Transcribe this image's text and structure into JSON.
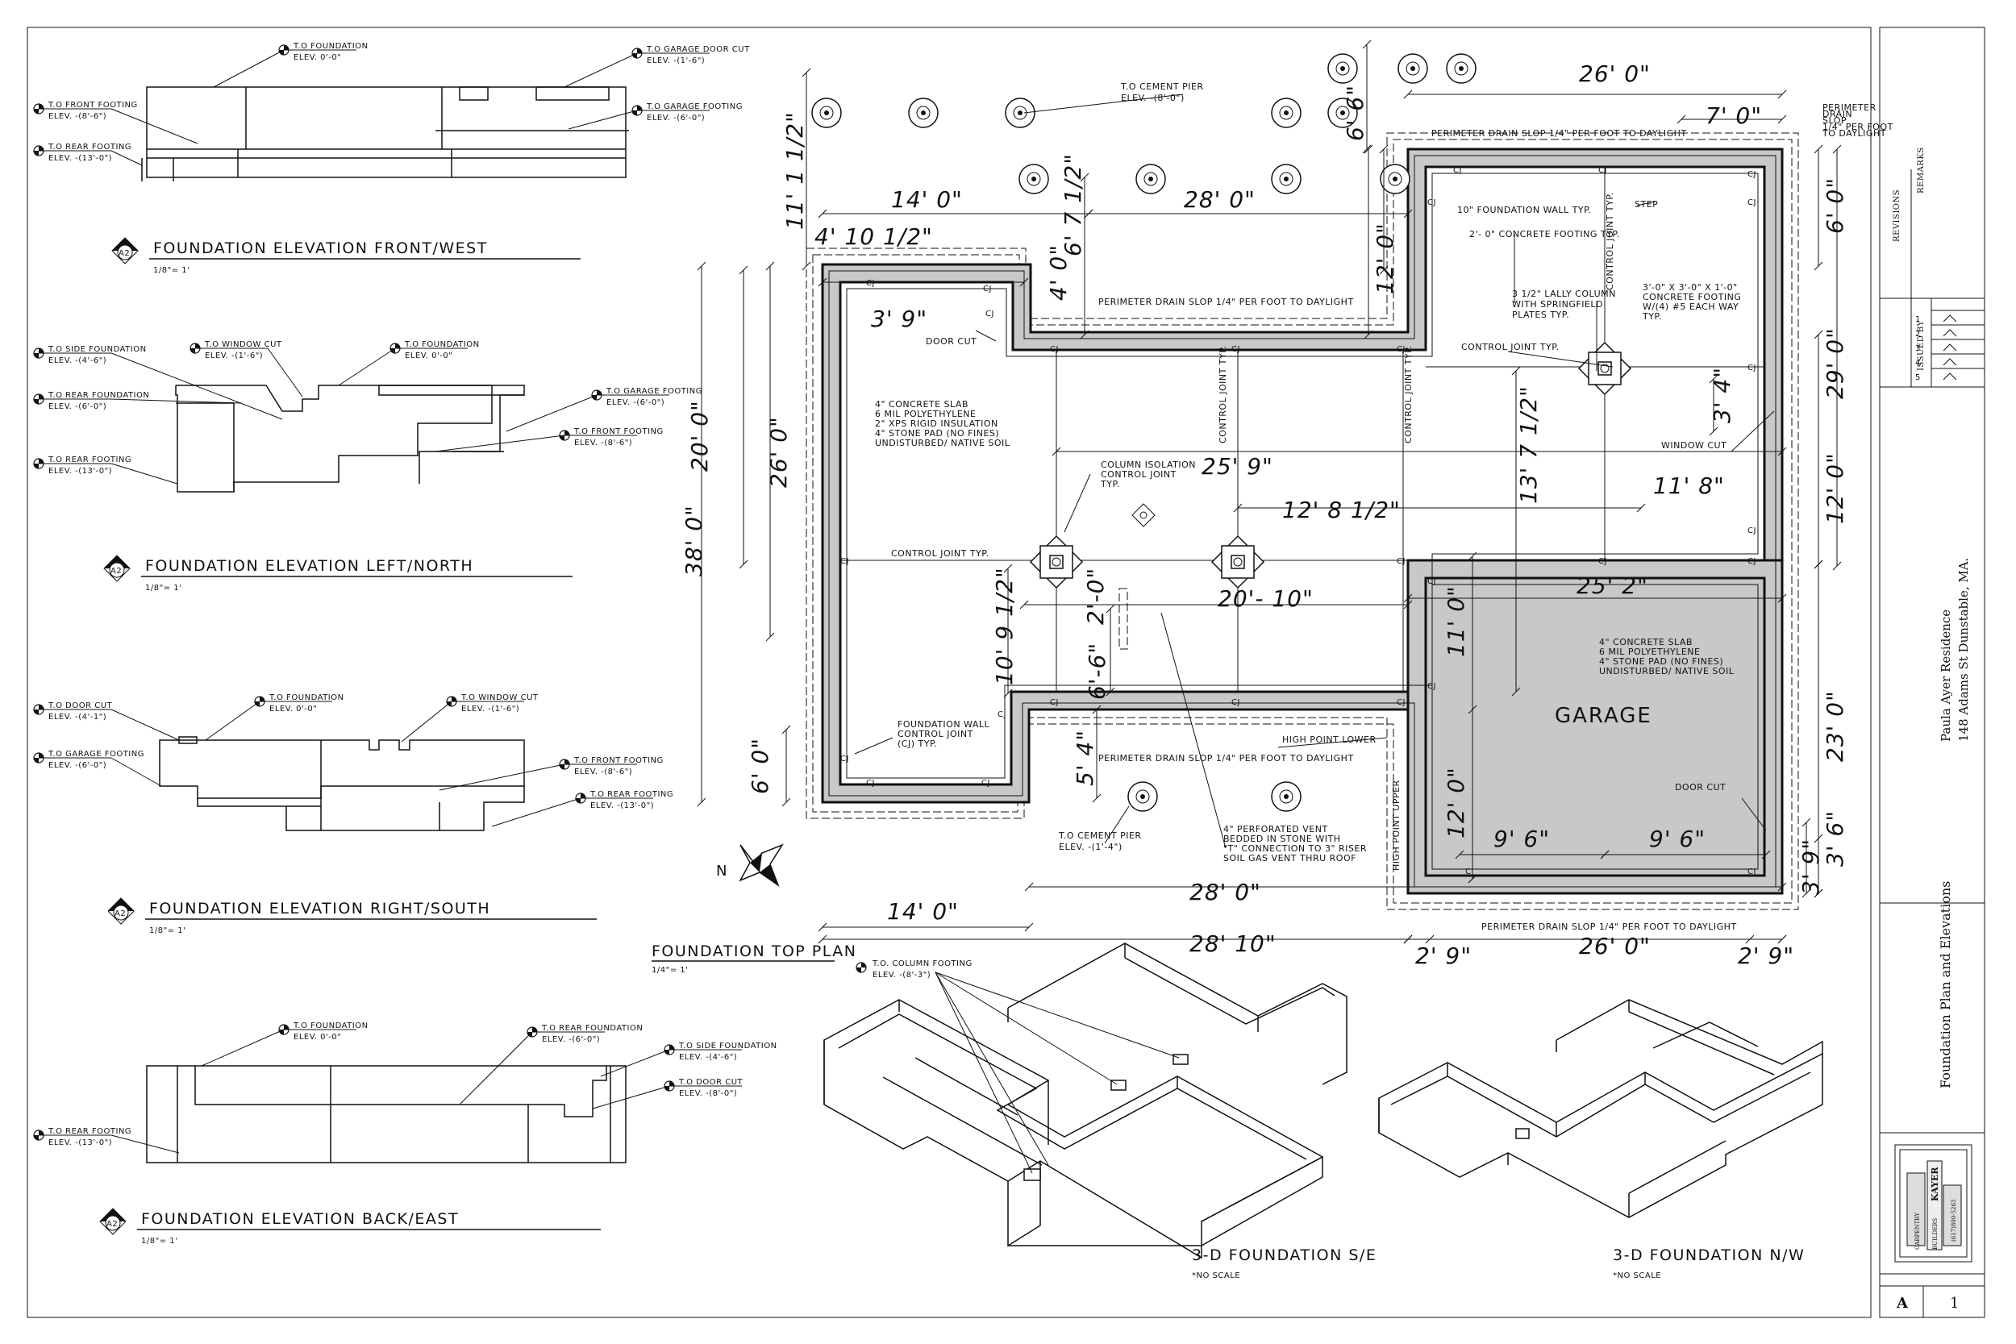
{
  "sheet": {
    "project": "Paula Ayer Residence",
    "address": "148 Adams St Dunstable, MA.",
    "drawing_title": "Foundation Plan and Elevations",
    "sheet_letter": "A",
    "sheet_number": "1",
    "revisions_label": "REVISIONS",
    "remarks_label": "REMARKS",
    "issued_label": "ISSUED BY",
    "revision_numbers": [
      "1",
      "2",
      "3",
      "4",
      "5"
    ]
  },
  "logo": {
    "name": "KAYER",
    "line2": "CARPENTRY",
    "line3": "BUILDERS",
    "phone": "(617)800-5263"
  },
  "elevations": [
    {
      "title": "FOUNDATION ELEVATION FRONT/WEST",
      "scale": "1/8\"= 1'",
      "tag": "A2",
      "labels": [
        [
          "T.O FOUNDATION",
          "ELEV. 0'-0\""
        ],
        [
          "T.O GARAGE DOOR CUT",
          "ELEV. -(1'-6\")"
        ],
        [
          "T.O GARAGE FOOTING",
          "ELEV. -(6'-0\")"
        ],
        [
          "T.O FRONT FOOTING",
          "ELEV. -(8'-6\")"
        ],
        [
          "T.O REAR FOOTING",
          "ELEV. -(13'-0\")"
        ]
      ]
    },
    {
      "title": "FOUNDATION ELEVATION LEFT/NORTH",
      "scale": "1/8\"= 1'",
      "tag": "A2",
      "labels": [
        [
          "T.O SIDE FOUNDATION",
          "ELEV. -(4'-6\")"
        ],
        [
          "T.O WINDOW CUT",
          "ELEV. -(1'-6\")"
        ],
        [
          "T.O FOUNDATION",
          "ELEV. 0'-0\""
        ],
        [
          "T.O REAR FOUNDATION",
          "ELEV. -(6'-0\")"
        ],
        [
          "T.O GARAGE FOOTING",
          "ELEV. -(6'-0\")"
        ],
        [
          "T.O FRONT FOOTING",
          "ELEV. -(8'-6\")"
        ],
        [
          "T.O REAR FOOTING",
          "ELEV. -(13'-0\")"
        ]
      ]
    },
    {
      "title": "FOUNDATION ELEVATION RIGHT/SOUTH",
      "scale": "1/8\"= 1'",
      "tag": "A2",
      "labels": [
        [
          "T.O DOOR CUT",
          "ELEV. -(4'-1\")"
        ],
        [
          "T.O FOUNDATION",
          "ELEV. 0'-0\""
        ],
        [
          "T.O WINDOW CUT",
          "ELEV. -(1'-6\")"
        ],
        [
          "T.O GARAGE FOOTING",
          "ELEV. -(6'-0\")"
        ],
        [
          "T.O FRONT FOOTING",
          "ELEV. -(8'-6\")"
        ],
        [
          "T.O REAR FOOTING",
          "ELEV. -(13'-0\")"
        ]
      ]
    },
    {
      "title": "FOUNDATION ELEVATION BACK/EAST",
      "scale": "1/8\"= 1'",
      "tag": "A2",
      "labels": [
        [
          "T.O FOUNDATION",
          "ELEV. 0'-0\""
        ],
        [
          "T.O REAR FOUNDATION",
          "ELEV. -(6'-0\")"
        ],
        [
          "T.O SIDE FOUNDATION",
          "ELEV. -(4'-6\")"
        ],
        [
          "T.O DOOR CUT",
          "ELEV. -(8'-0\")"
        ],
        [
          "T.O REAR FOOTING",
          "ELEV. -(13'-0\")"
        ]
      ]
    }
  ],
  "plan": {
    "title": "FOUNDATION TOP PLAN",
    "scale": "1/4\"= 1'",
    "garage": "GARAGE",
    "dims": {
      "d_26_top": "26' 0\"",
      "d_7": "7' 0\"",
      "d_6_6": "6' 6\"",
      "d_14_top": "14' 0\"",
      "d_28_top": "28' 0\"",
      "d_4_10": "4' 10 1/2\"",
      "d_11_1": "11' 1 1/2\"",
      "d_6_7": "6' 7 1/2\"",
      "d_12_left": "12' 0\"",
      "d_3_9": "3' 9\"",
      "d_4_0": "4' 0\"",
      "d_20": "20' 0\"",
      "d_26_v": "26' 0\"",
      "d_38": "38' 0\"",
      "d_25_9": "25' 9\"",
      "d_12_8": "12' 8 1/2\"",
      "d_20_10": "20'- 10\"",
      "d_13_7": "13' 7 1/2\"",
      "d_3_4": "3' 4\"",
      "d_11_8": "11' 8\"",
      "d_6_r": "6' 0\"",
      "d_29": "29' 0\"",
      "d_12_r": "12' 0\"",
      "d_25_2": "25' 2\"",
      "d_11_0": "11' 0\"",
      "d_10_9": "10' 9 1/2\"",
      "d_6_6b": "6'-6\"",
      "d_2_0": "2'-0\"",
      "d_6_0_l": "6' 0\"",
      "d_5_4": "5' 4\"",
      "d_12_g": "12' 0\"",
      "d_9_6a": "9' 6\"",
      "d_9_6b": "9' 6\"",
      "d_23": "23' 0\"",
      "d_3_6": "3' 6\"",
      "d_3_9b": "3' 9\"",
      "d_28_bot": "28' 0\"",
      "d_14_bot": "14' 0\"",
      "d_28_10": "28' 10\"",
      "d_2_9a": "2' 9\"",
      "d_26_bot": "26' 0\"",
      "d_2_9b": "2' 9\""
    },
    "notes": {
      "drain_top": "PERIMETER DRAIN SLOP 1/4\" PER FOOT TO DAYLIGHT",
      "drain_mid": "PERIMETER DRAIN SLOP 1/4\" PER FOOT TO DAYLIGHT",
      "drain_low": "PERIMETER DRAIN SLOP 1/4\" PER FOOT TO DAYLIGHT",
      "drain_bot": "PERIMETER DRAIN SLOP 1/4\" PER FOOT TO DAYLIGHT",
      "perimeter_drain_side": [
        "PERIMETER",
        "DRAIN",
        "SLOP",
        "1/4\" PER FOOT",
        "TO DAYLIGHT"
      ],
      "cement_pier_top": [
        "T.O CEMENT PIER",
        "ELEV. -(8'-0\")"
      ],
      "cement_pier_bot": [
        "T.O CEMENT PIER",
        "ELEV. -(1'-4\")"
      ],
      "wall_typ": "10\" FOUNDATION WALL TYP.",
      "footing_typ": "2'- 0\" CONCRETE FOOTING TYP.",
      "step": "STEP",
      "lally": [
        "3 1/2\" LALLY COLUMN",
        "WITH SPRINGFIELD",
        "PLATES TYP."
      ],
      "pad": [
        "3'-0\" X 3'-0\" X 1'-0\"",
        "CONCRETE FOOTING",
        "W/(4) #5 EACH WAY",
        "TYP."
      ],
      "control_joint_r": "CONTROL JOINT TYP.",
      "control_joint_l": "CONTROL JOINT TYP.",
      "control_joint_v": "CONTROL JOINT TYP.",
      "slab_main": [
        "4\" CONCRETE SLAB",
        "6 MIL POLYETHYLENE",
        "2\" XPS RIGID INSULATION",
        "4\" STONE PAD (NO FINES)",
        "UNDISTURBED/ NATIVE SOIL"
      ],
      "slab_garage": [
        "4\" CONCRETE SLAB",
        "6 MIL POLYETHYLENE",
        "4\" STONE PAD (NO FINES)",
        "UNDISTURBED/ NATIVE SOIL"
      ],
      "column_iso": [
        "COLUMN ISOLATION",
        "CONTROL JOINT",
        "TYP."
      ],
      "door_cut": "DOOR CUT",
      "door_cut_g": "DOOR CUT",
      "window_cut": "WINDOW CUT",
      "fw_control": [
        "FOUNDATION WALL",
        "CONTROL JOINT",
        "(CJ) TYP."
      ],
      "vent": [
        "4\" PERFORATED VENT",
        "BEDDED IN STONE WITH",
        "\"T\" CONNECTION TO 3\" RISER",
        "SOIL GAS VENT THRU ROOF"
      ],
      "high_point_lower": "HIGH POINT LOWER",
      "high_point_upper": "HIGH POINT UPPER",
      "cj": "CJ",
      "north": "N"
    }
  },
  "iso": {
    "column_footing": [
      "T.O. COLUMN FOOTING",
      "ELEV. -(8'-3\")"
    ],
    "se_title": "3-D FOUNDATION S/E",
    "nw_title": "3-D FOUNDATION  N/W",
    "no_scale": "*NO SCALE"
  }
}
